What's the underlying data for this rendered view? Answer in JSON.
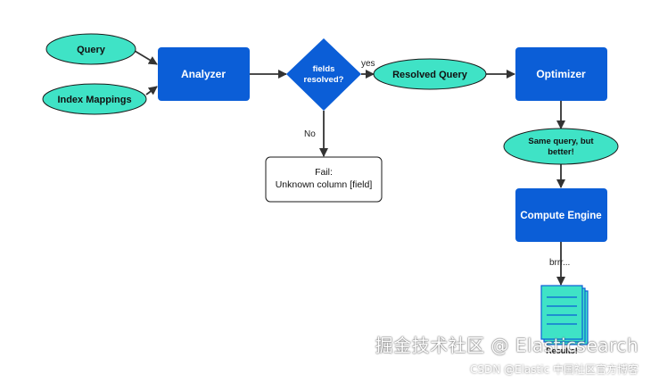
{
  "colors": {
    "process": "#0b5ed7",
    "data": "#3fe3c6",
    "arrow": "#333333",
    "outline": "#1a1a1a"
  },
  "nodes": {
    "query": "Query",
    "index_mappings": "Index Mappings",
    "analyzer": "Analyzer",
    "decision_line1": "fields",
    "decision_line2": "resolved?",
    "resolved_query": "Resolved Query",
    "optimizer": "Optimizer",
    "same_query_line1": "Same query, but",
    "same_query_line2": "better!",
    "compute_engine": "Compute Engine",
    "fail_line1": "Fail:",
    "fail_line2": "Unknown column [field]",
    "results": "Results!"
  },
  "edge_labels": {
    "yes": "yes",
    "no": "No",
    "brrr": "brrr..."
  },
  "watermark": {
    "main": "掘金技术社区 @ Elasticsearch",
    "sub": "CSDN @Elastic 中国社区官方博客"
  }
}
